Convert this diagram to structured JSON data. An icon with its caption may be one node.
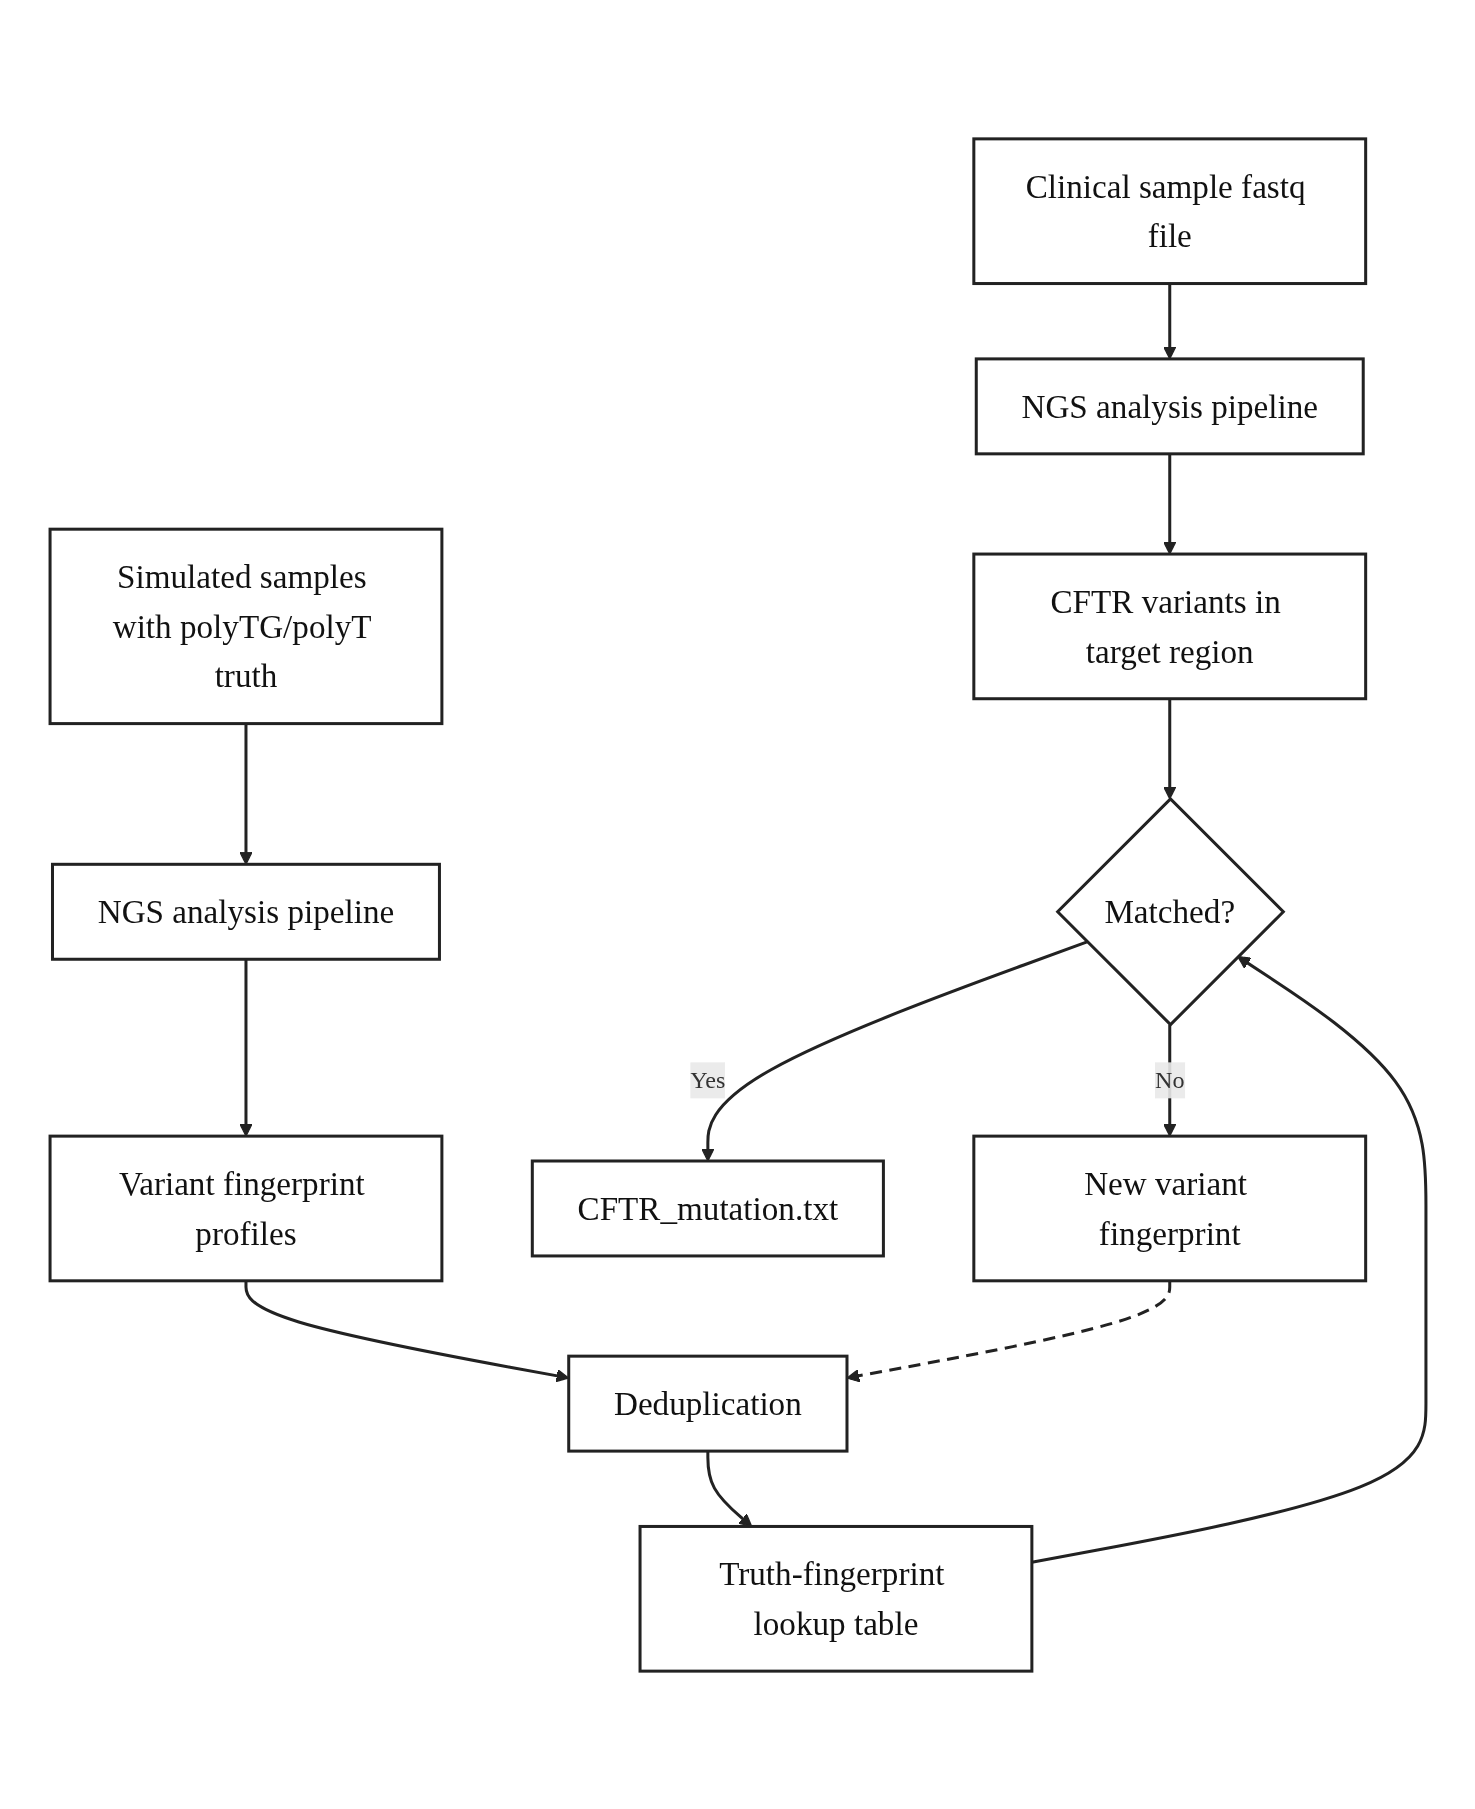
{
  "diagram": {
    "nodes": [
      {
        "text": [
          "Clinical sample fastq file"
        ]
      },
      {
        "text": [
          "NGS analysis pipeline"
        ]
      },
      {
        "text": [
          "CFTR variants in target region"
        ]
      },
      {
        "text": [
          "Simulated samples with polyTG/polyT truth"
        ]
      },
      {
        "text": [
          "NGS analysis pipeline"
        ]
      },
      {
        "text": [
          "Variant fingerprint profiles"
        ]
      },
      {
        "text": [
          "Deduplication"
        ]
      },
      {
        "text": [
          "Truth-fingerprint lookup table"
        ]
      },
      {
        "text": [
          "Matched?"
        ]
      },
      {
        "text": [
          "CFTR_mutation.txt"
        ]
      },
      {
        "text": [
          "New variant fingerprint"
        ]
      }
    ],
    "edges": [
      {
        "from": 0,
        "to": 1,
        "arrow": "to"
      },
      {
        "from": 1,
        "to": 2,
        "arrow": "to"
      },
      {
        "from": 2,
        "to": 8,
        "arrow": "to"
      },
      {
        "from": 3,
        "to": 4,
        "arrow": "to"
      },
      {
        "from": 4,
        "to": 5,
        "arrow": "to"
      },
      {
        "from": 5,
        "to": 6,
        "arrow": "to"
      },
      {
        "from": 6,
        "to": 7,
        "arrow": "to"
      },
      {
        "from": 7,
        "to": 8,
        "arrow": "to"
      },
      {
        "from": 8,
        "to": 9,
        "arrow": "to",
        "label": "Yes"
      },
      {
        "from": 8,
        "to": 10,
        "arrow": "to",
        "label": "No"
      },
      {
        "from": 10,
        "to": 6,
        "arrow": "to",
        "style": "dashed"
      }
    ]
  }
}
